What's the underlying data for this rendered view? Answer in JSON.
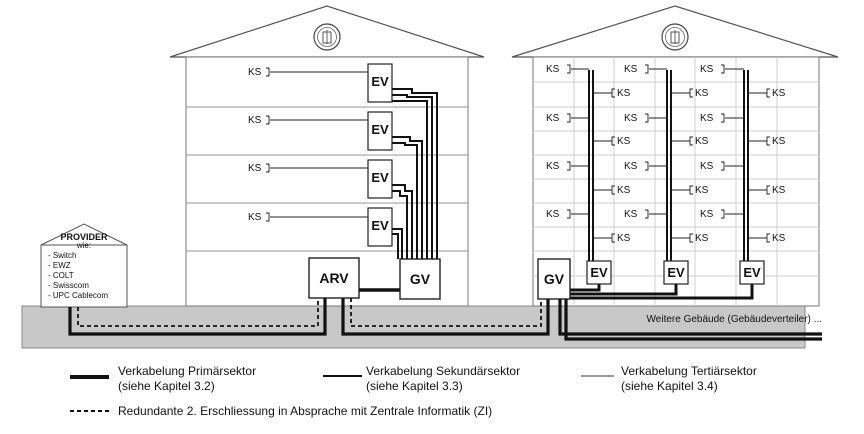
{
  "provider": {
    "title": "PROVIDER",
    "subtitle": "wie:",
    "items": [
      "- Switch",
      "- EWZ",
      "- COLT",
      "- Swisscom",
      "- UPC Cablecom"
    ]
  },
  "labels": {
    "ks": "KS",
    "ev": "EV",
    "arv": "ARV",
    "gv": "GV",
    "weitere": "Weitere Gebäude (Gebäudeverteiler) ..."
  },
  "legend": {
    "primary_line1": "Verkabelung Primärsektor",
    "primary_line2": "(siehe Kapitel 3.2)",
    "secondary_line1": "Verkabelung Sekundärsektor",
    "secondary_line2": "(siehe Kapitel 3.3)",
    "tertiary_line1": "Verkabelung Tertiärsektor",
    "tertiary_line2": "(siehe Kapitel 3.4)",
    "redundant": "Redundante 2. Erschliessung in Absprache mit Zentrale Informatik (ZI)"
  },
  "colors": {
    "ground": "#c8c8c8",
    "line": "#111111",
    "grid": "#bdbdbd"
  },
  "icons": {
    "seal": "university-seal-icon"
  }
}
